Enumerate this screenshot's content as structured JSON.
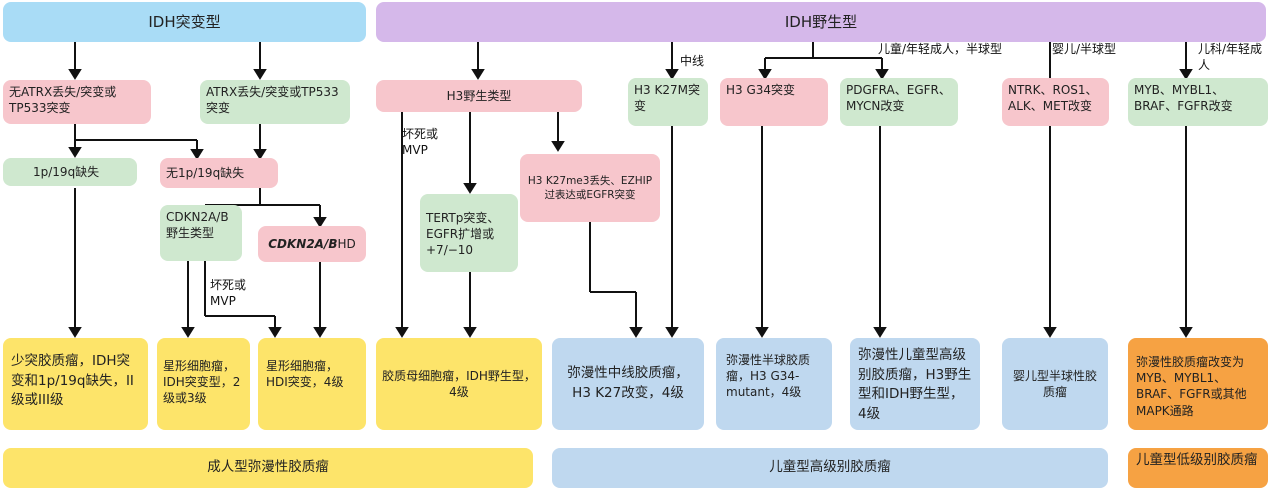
{
  "headers": {
    "idh_mutant": "IDH突变型",
    "idh_wildtype": "IDH野生型"
  },
  "left": {
    "no_atrx": "无ATRX丢失/突变或TP533突变",
    "atrx": "ATRX丢失/突变或TP533突变",
    "codeletion": "1p/19q缺失",
    "no_codeletion": "无1p/19q缺失",
    "cdkn_wt": "CDKN2A/B野生类型",
    "cdkn_hd_gene": "CDKN2A/B",
    "cdkn_hd_suffix": " HD",
    "necrosis_mvp": "坏死或MVP"
  },
  "middle": {
    "h3_wt": "H3野生类型",
    "necrosis_mvp": "坏死或MVP",
    "tert": "TERTp突变、EGFR扩增或+7/−10",
    "k27me3": "H3 K27me3丢失、EZHIP过表达或EGFR突变"
  },
  "right_labels": {
    "midline": "中线",
    "child_young_hemi": "儿童/年轻成人，半球型",
    "infant_hemi": "婴儿/半球型",
    "child_young": "儿科/年轻成人"
  },
  "right_boxes": {
    "k27m": "H3 K27M突变",
    "g34": "H3 G34突变",
    "pdgfra": "PDGFRA、EGFR、MYCN改变",
    "ntrk": "NTRK、ROS1、ALK、MET改变",
    "myb": "MYB、MYBL1、BRAF、FGFR改变"
  },
  "outcomes": {
    "oligo": "少突胶质瘤，IDH突变和1p/19q缺失，II级或III级",
    "astro_23": "星形细胞瘤，IDH突变型，2级或3级",
    "astro_4": "星形细胞瘤，HDI突变，4级",
    "gbm": "胶质母细胞瘤，IDH野生型，4级",
    "dmg": "弥漫性中线胶质瘤，H3 K27改变，4级",
    "dhg": "弥漫性半球胶质瘤，H3 G34-mutant，4级",
    "pdhgg": "弥漫性儿童型高级别胶质瘤，H3野生型和IDH野生型，4级",
    "ihg": "婴儿型半球性胶质瘤",
    "pllg": "弥漫性胶质瘤改变为MYB、MYBL1、BRAF、FGFR或其他MAPK通路"
  },
  "footers": {
    "adult": "成人型弥漫性胶质瘤",
    "pediatric_high": "儿童型高级别胶质瘤",
    "pediatric_low": "儿童型低级别胶质瘤"
  },
  "colors": {
    "header_blue": "#a9dcf6",
    "header_purple": "#d5b8ea",
    "pink": "#f7c6cc",
    "green": "#cfe8cf",
    "yellow": "#fde46a",
    "blue": "#bfd8ef",
    "orange": "#f6a243"
  }
}
